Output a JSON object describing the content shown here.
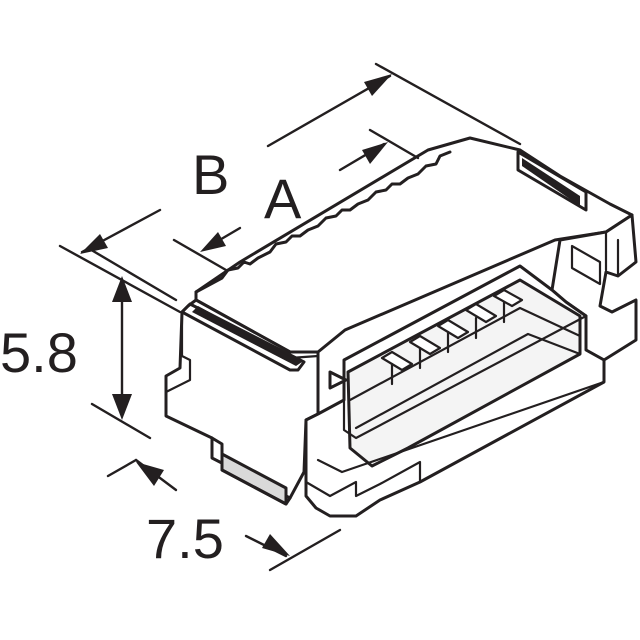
{
  "diagram": {
    "dimension_labels": {
      "a": "A",
      "b": "B",
      "height": "5.8",
      "width": "7.5"
    },
    "colors": {
      "line": "#231f20",
      "background": "#ffffff",
      "shade": "#d9d9d9"
    }
  }
}
